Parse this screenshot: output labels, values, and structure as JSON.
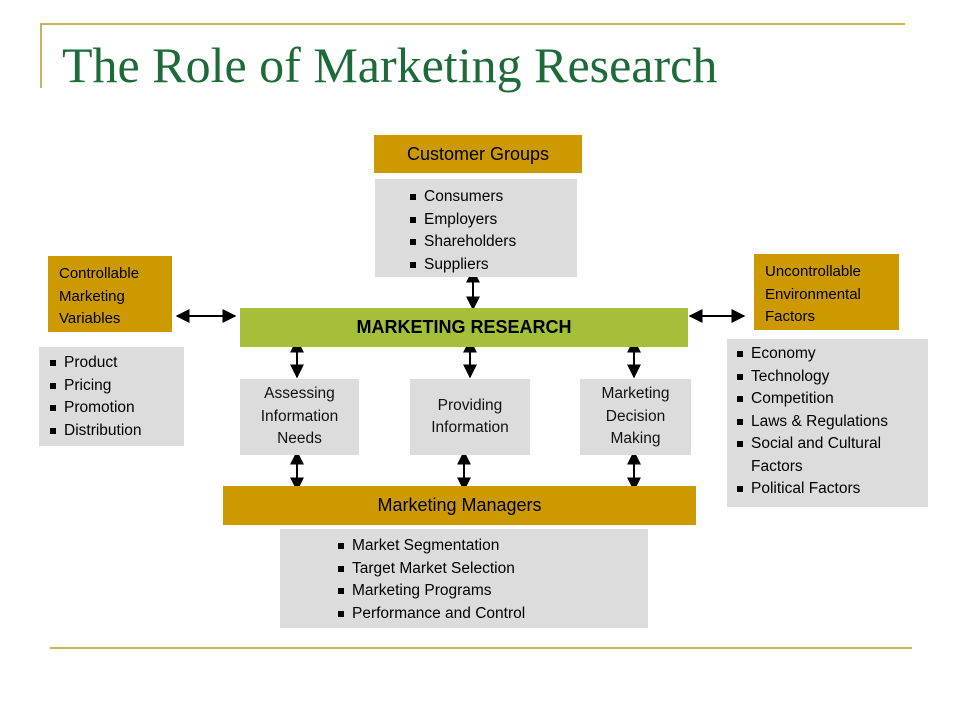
{
  "title": "The Role of Marketing Research",
  "colors": {
    "title": "#1e6b3a",
    "gold": "#cc9900",
    "gray": "#dcdcdc",
    "green": "#a6bf3a",
    "frame": "#c8b25a"
  },
  "customer_groups": {
    "label": "Customer Groups",
    "items": [
      "Consumers",
      "Employers",
      "Shareholders",
      "Suppliers"
    ]
  },
  "controllable": {
    "label_lines": [
      "Controllable",
      "Marketing",
      "Variables"
    ],
    "items": [
      "Product",
      "Pricing",
      "Promotion",
      "Distribution"
    ]
  },
  "uncontrollable": {
    "label_lines": [
      "Uncontrollable",
      "Environmental",
      "Factors"
    ],
    "items": [
      "Economy",
      "Technology",
      "Competition",
      "Laws & Regulations",
      "Social and Cultural",
      "Factors",
      "Political Factors"
    ]
  },
  "marketing_research": "MARKETING RESEARCH",
  "functions": [
    {
      "lines": [
        "Assessing",
        "Information",
        "Needs"
      ]
    },
    {
      "lines": [
        "Providing",
        "Information"
      ]
    },
    {
      "lines": [
        "Marketing",
        "Decision",
        "Making"
      ]
    }
  ],
  "marketing_managers": {
    "label": "Marketing Managers",
    "items": [
      "Market Segmentation",
      "Target Market Selection",
      "Marketing Programs",
      "Performance and Control"
    ]
  }
}
